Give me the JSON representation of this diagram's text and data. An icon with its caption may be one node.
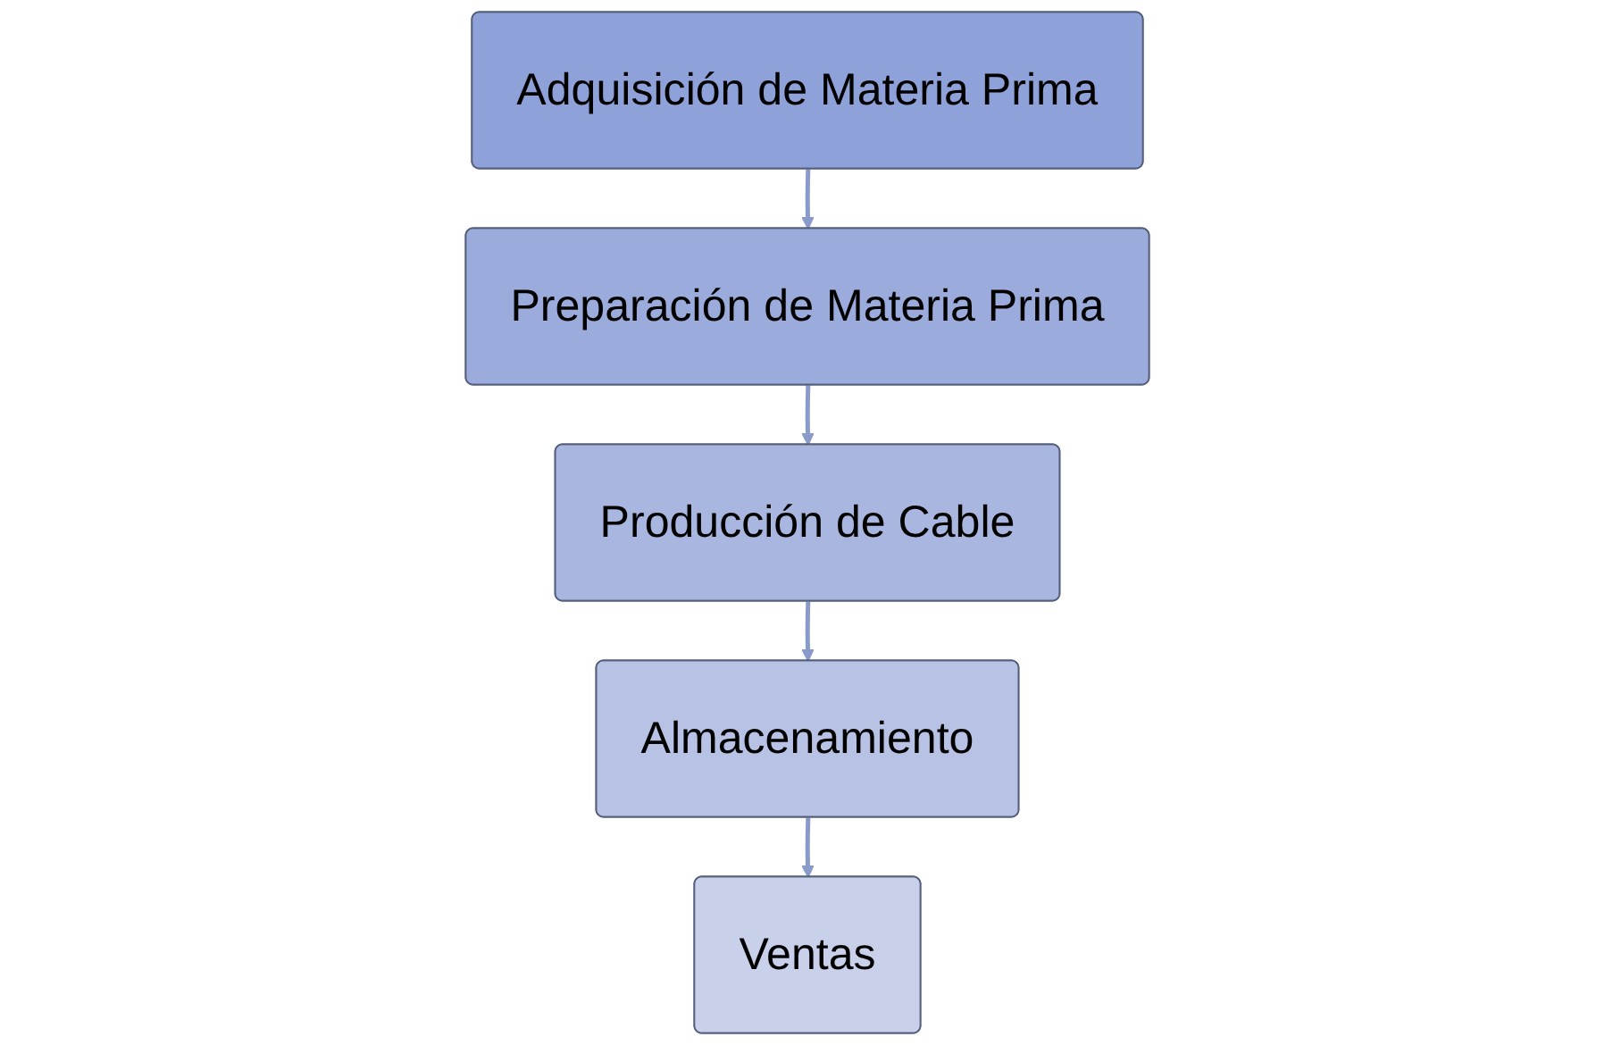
{
  "diagram": {
    "nodes": [
      {
        "text": [
          "Adquisición de Materia Prima"
        ]
      },
      {
        "text": [
          "Preparación de Materia Prima"
        ]
      },
      {
        "text": [
          "Producción de Cable"
        ]
      },
      {
        "text": [
          "Almacenamiento"
        ]
      },
      {
        "text": [
          "Ventas"
        ]
      }
    ],
    "edges": [
      {
        "from": 0,
        "to": 1,
        "arrow": "to"
      },
      {
        "from": 1,
        "to": 2,
        "arrow": "to"
      },
      {
        "from": 2,
        "to": 3,
        "arrow": "to"
      },
      {
        "from": 3,
        "to": 4,
        "arrow": "to"
      }
    ]
  }
}
